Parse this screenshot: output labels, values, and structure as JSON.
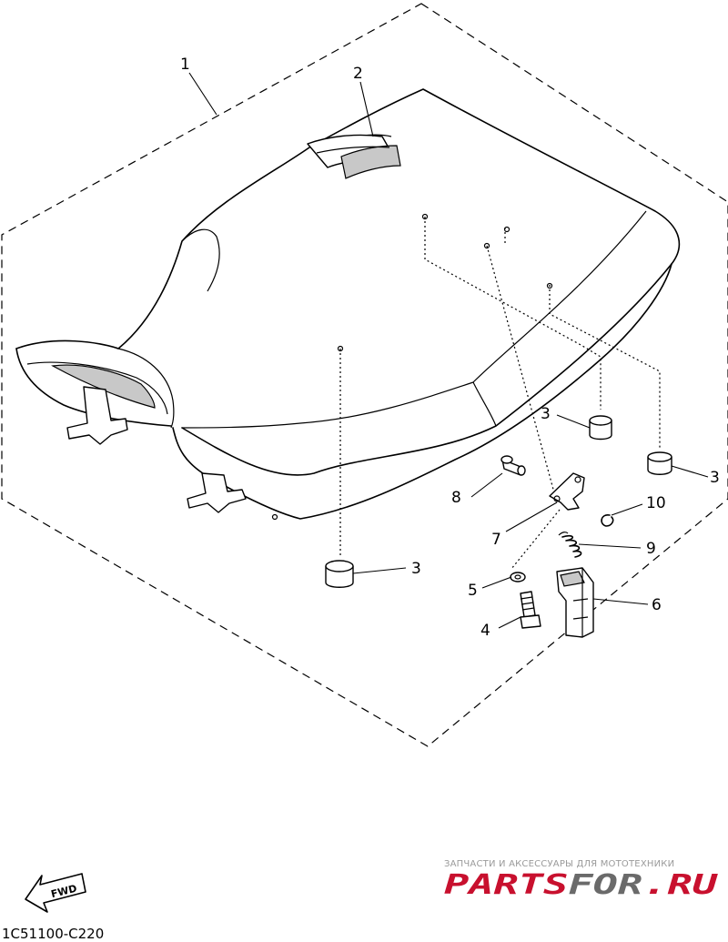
{
  "diagram_code": "1C51100-C220",
  "fwd_label": "FWD",
  "watermark": {
    "tagline": "ЗАПЧАСТИ И АКСЕССУАРЫ ДЛЯ МОТОТЕХНИКИ",
    "brand_left": "PARTS",
    "brand_mid": "FOR",
    "brand_right": ".RU",
    "colors": {
      "tagline": "#9a9a9a",
      "brand": "#c8102e",
      "brand_shadow": "#6a6a6a"
    }
  },
  "callouts": [
    {
      "id": "label-1",
      "text": "1"
    },
    {
      "id": "label-2",
      "text": "2"
    },
    {
      "id": "label-3a",
      "text": "3"
    },
    {
      "id": "label-3b",
      "text": "3"
    },
    {
      "id": "label-3c",
      "text": "3"
    },
    {
      "id": "label-4",
      "text": "4"
    },
    {
      "id": "label-5",
      "text": "5"
    },
    {
      "id": "label-6",
      "text": "6"
    },
    {
      "id": "label-7",
      "text": "7"
    },
    {
      "id": "label-8",
      "text": "8"
    },
    {
      "id": "label-9",
      "text": "9"
    },
    {
      "id": "label-10",
      "text": "10"
    }
  ]
}
